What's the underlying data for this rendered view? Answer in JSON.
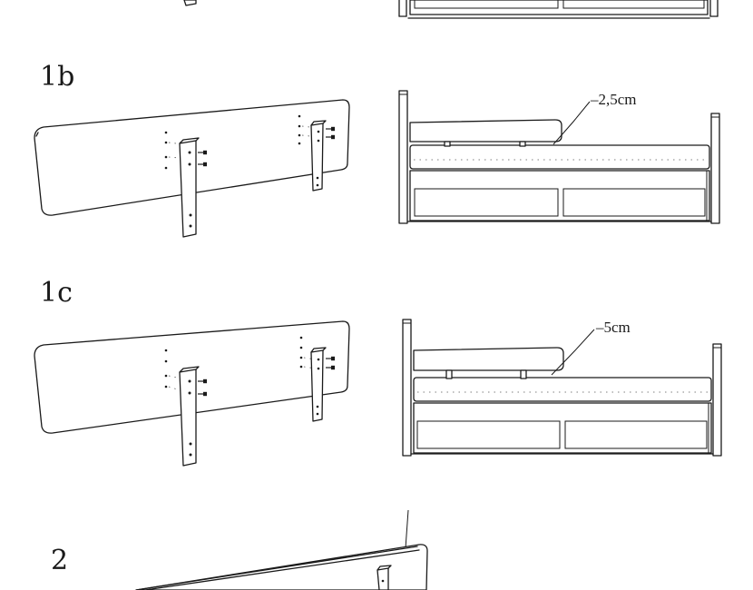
{
  "steps": {
    "s1b": {
      "label": "1b",
      "offset": "–2,5cm"
    },
    "s1c": {
      "label": "1c",
      "offset": "–5cm"
    },
    "s2": {
      "label": "2"
    }
  },
  "icons": [
    "screw-icon"
  ]
}
